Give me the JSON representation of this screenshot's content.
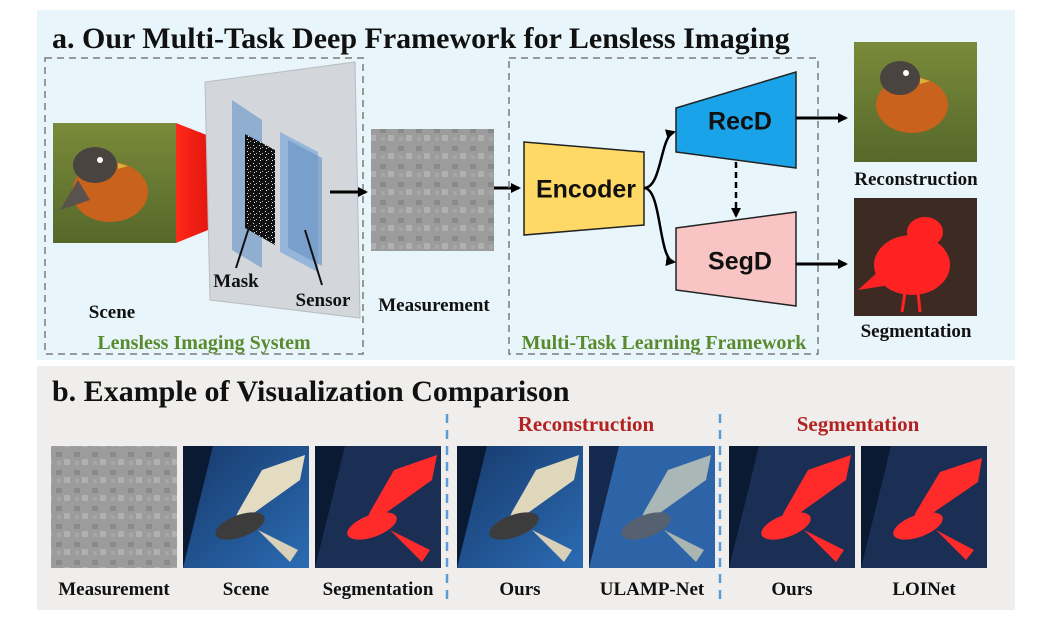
{
  "panel_a": {
    "title": "a.  Our Multi-Task Deep Framework for Lensless Imaging",
    "scene_label": "Scene",
    "mask_label": "Mask",
    "sensor_label": "Sensor",
    "measurement_label": "Measurement",
    "system_label": "Lensless Imaging System",
    "framework_label": "Multi-Task Learning Framework",
    "encoder_label": "Encoder",
    "recd_label": "RecD",
    "segd_label": "SegD",
    "reconstruction_label": "Reconstruction",
    "segmentation_label": "Segmentation"
  },
  "panel_b": {
    "title": "b.  Example of Visualization Comparison",
    "reconstruction_header": "Reconstruction",
    "segmentation_header": "Segmentation",
    "captions": [
      "Measurement",
      "Scene",
      "Segmentation",
      "Ours",
      "ULAMP-Net",
      "Ours",
      "LOINet"
    ]
  },
  "colors": {
    "panel_a_bg": "#e8f6fb",
    "panel_b_bg": "#f0eeec",
    "encoder_fill": "#ffd966",
    "recd_fill": "#1aa3e8",
    "segd_fill": "#f8c4c4",
    "header_red": "#b22222",
    "caption_green": "#5a8a2e",
    "separator_blue": "#5b9bd5"
  }
}
